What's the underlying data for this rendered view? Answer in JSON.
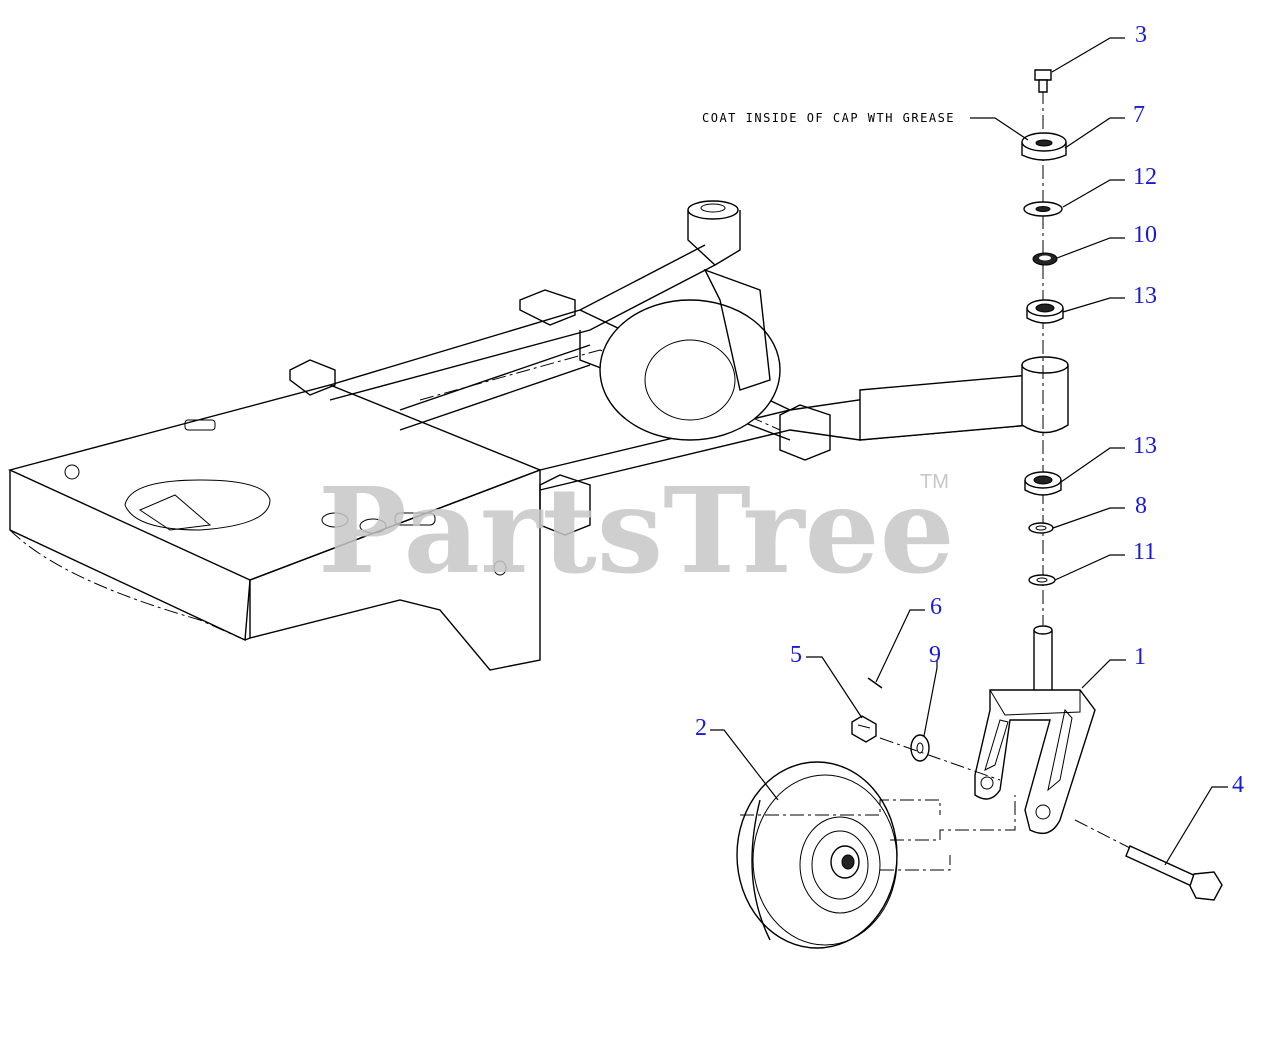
{
  "note": "COAT INSIDE OF CAP WTH GREASE",
  "watermark": {
    "brand": "PartsTree",
    "trademark": "TM"
  },
  "callouts": [
    {
      "id": "3",
      "color": "#1a1ad6"
    },
    {
      "id": "7",
      "color": "#1a1ad6"
    },
    {
      "id": "12",
      "color": "#1a1ad6"
    },
    {
      "id": "10",
      "color": "#1a1ad6"
    },
    {
      "id": "13",
      "color": "#1a1ad6"
    },
    {
      "id": "13",
      "color": "#1a1ad6"
    },
    {
      "id": "8",
      "color": "#1a1ad6"
    },
    {
      "id": "11",
      "color": "#1a1ad6"
    },
    {
      "id": "6",
      "color": "#1a1ad6"
    },
    {
      "id": "5",
      "color": "#1a1ad6"
    },
    {
      "id": "9",
      "color": "#1a1ad6"
    },
    {
      "id": "1",
      "color": "#1a1ad6"
    },
    {
      "id": "2",
      "color": "#1a1ad6"
    },
    {
      "id": "4",
      "color": "#1a1ad6"
    }
  ]
}
